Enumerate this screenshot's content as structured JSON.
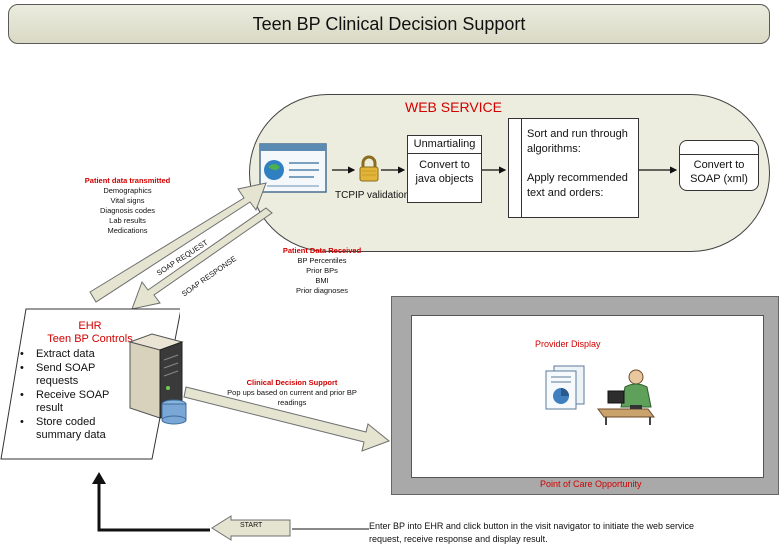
{
  "title": "Teen BP Clinical Decision Support",
  "web_service": {
    "label": "WEB SERVICE",
    "tcpip_label": "TCPIP validation",
    "unmarshal_header": "Unmartialing",
    "unmarshal_body": "Convert to java objects",
    "sort_text": "Sort and run through algorithms:",
    "apply_text": "Apply recommended text and orders:",
    "convert_soap": "Convert to SOAP (xml)"
  },
  "patient_data_transmitted": {
    "title": "Patient data transmitted",
    "items": [
      "Demographics",
      "Vital signs",
      "Diagnosis codes",
      "Lab results",
      "Medications"
    ]
  },
  "arrows": {
    "soap_request": "SOAP REQUEST",
    "soap_response": "SOAP RESPONSE",
    "start": "START"
  },
  "patient_data_received": {
    "title": "Patient Data Received",
    "items": [
      "BP Percentiles",
      "Prior BPs",
      "BMI",
      "Prior diagnoses"
    ]
  },
  "ehr": {
    "title_line1": "EHR",
    "title_line2": "Teen BP Controls",
    "items": [
      "Extract data",
      "Send SOAP requests",
      "Receive SOAP result",
      "Store coded summary data"
    ]
  },
  "clinical_decision_support": {
    "title": "Clinical Decision Support",
    "text": "Pop ups based on current and prior BP readings"
  },
  "provider_display": "Provider Display",
  "point_of_care": "Point of Care Opportunity",
  "bottom_instruction": "Enter BP into EHR and click button in the visit navigator to initiate the web service request, receive response and display result.",
  "colors": {
    "accent_red": "#d20000",
    "arrow_fill": "#e4e4d0",
    "frame_gray": "#a9a9a9"
  }
}
